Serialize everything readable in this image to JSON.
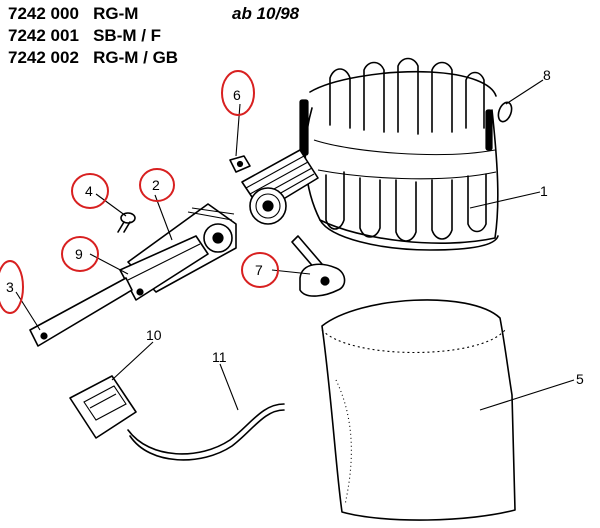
{
  "header": {
    "lines": [
      {
        "code": "7242 000",
        "model": "RG-M"
      },
      {
        "code": "7242 001",
        "model": "SB-M / F"
      },
      {
        "code": "7242 002",
        "model": "RG-M / GB"
      }
    ],
    "date": "ab 10/98"
  },
  "callouts": {
    "c1": "1",
    "c2": "2",
    "c3": "3",
    "c4": "4",
    "c5": "5",
    "c6": "6",
    "c7": "7",
    "c8": "8",
    "c9": "9",
    "c10": "10",
    "c11": "11"
  },
  "colors": {
    "highlight": "#d82020",
    "ink": "#000000"
  }
}
